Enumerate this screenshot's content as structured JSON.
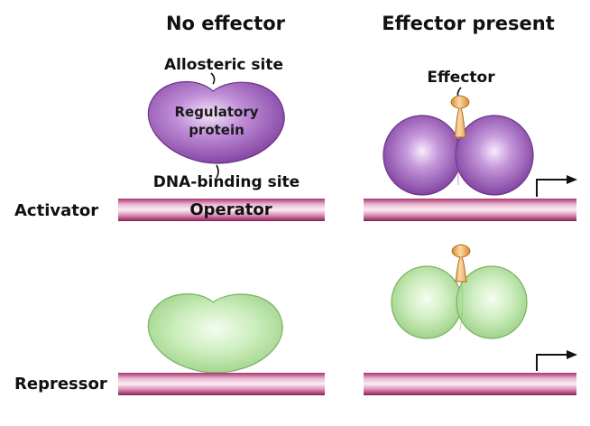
{
  "headers": {
    "no_effector": "No effector",
    "effector_present": "Effector present"
  },
  "labels": {
    "allosteric_site": "Allosteric site",
    "regulatory_line1": "Regulatory",
    "regulatory_line2": "protein",
    "dna_binding_site": "DNA-binding site",
    "operator": "Operator",
    "effector": "Effector"
  },
  "rows": {
    "activator": "Activator",
    "repressor": "Repressor"
  },
  "colors": {
    "activator_protein": "#9b59b6",
    "repressor_protein": "#a8dc98",
    "effector": "#e9a44c",
    "dna": "#b83b7e"
  }
}
